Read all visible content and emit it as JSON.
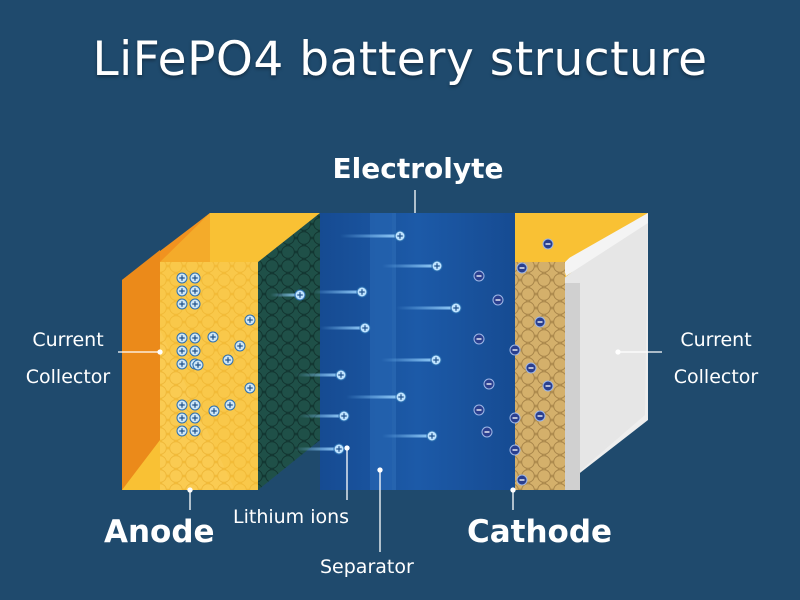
{
  "title": "LiFePO4 battery structure",
  "labels": {
    "electrolyte": "Electrolyte",
    "current_collector_left": [
      "Current",
      "Collector"
    ],
    "current_collector_right": [
      "Current",
      "Collector"
    ],
    "anode": "Anode",
    "cathode": "Cathode",
    "lithium_ions": "Lithium ions",
    "separator": "Separator"
  },
  "colors": {
    "background": "#1f4a6d",
    "anode_orange": "#f1921f",
    "anode_yellow": "#f9c134",
    "electrolyte_blue": "#1a56a3",
    "cathode_gold": "#c8a35d",
    "cathode_purple": "#3d3f8e",
    "collector_gray": "#d4d4d4",
    "ion_color": "#7fc7ff"
  },
  "icons": {
    "positive_ion": "plus-circle-icon",
    "negative_ion": "minus-circle-icon"
  }
}
